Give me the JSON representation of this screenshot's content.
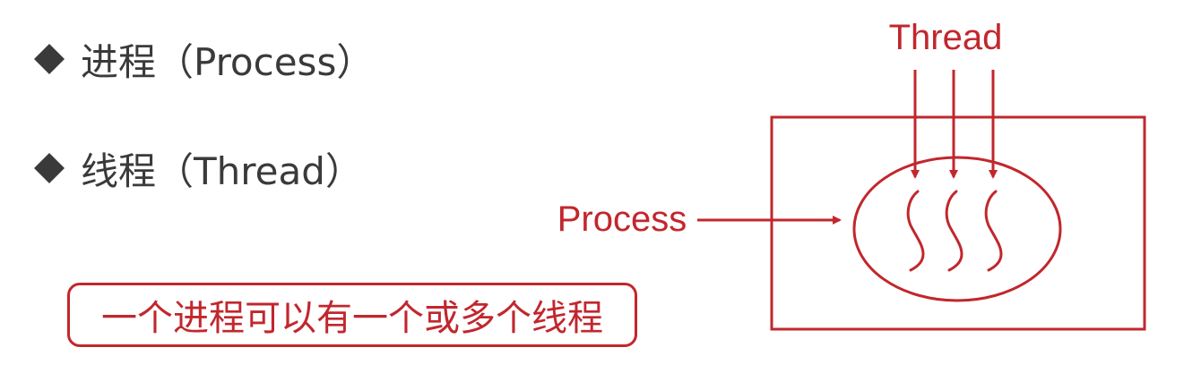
{
  "bullets": [
    {
      "text": "进程（Process）"
    },
    {
      "text": "线程（Thread）"
    }
  ],
  "callout_text": "一个进程可以有一个或多个线程",
  "diagram": {
    "thread_label": "Thread",
    "process_label": "Process",
    "thread_count": 3
  },
  "colors": {
    "accent": "#c1272d",
    "text": "#3a3a3a",
    "bullet": "#3a3a3a"
  }
}
